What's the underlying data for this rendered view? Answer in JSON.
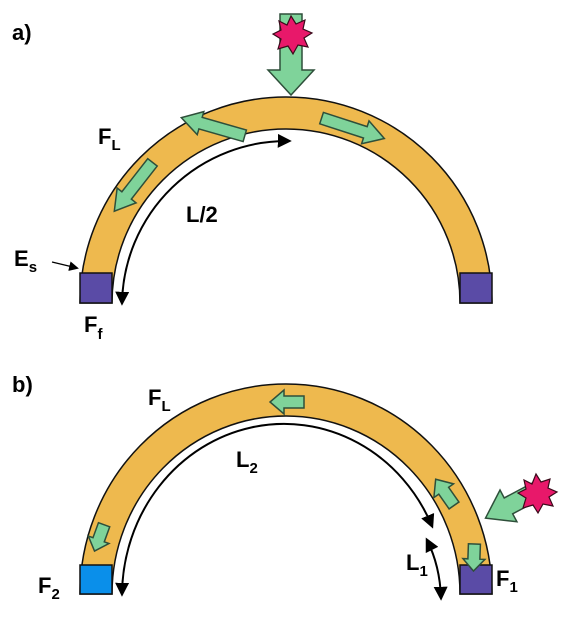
{
  "panel_a": {
    "label": "a)",
    "force_label": "F",
    "force_sub": "L",
    "length_label": "L/2",
    "edge_label": "E",
    "edge_sub": "s",
    "end_label": "F",
    "end_sub": "f"
  },
  "panel_b": {
    "label": "b)",
    "force_label": "F",
    "force_sub": "L",
    "long_label": "L",
    "long_sub": "2",
    "short_label": "L",
    "short_sub": "1",
    "left_end_label": "F",
    "left_end_sub": "2",
    "right_end_label": "F",
    "right_end_sub": "1"
  },
  "colors": {
    "arch_fill": "#EEB94E",
    "arch_stroke": "#111111",
    "end_cap_purple": "#5A4BA6",
    "end_cap_blue": "#0A8FEA",
    "arrow_fill": "#7FD39A",
    "arrow_stroke": "#2E4F3A",
    "burst_fill": "#E8186A",
    "burst_stroke": "#3A0A1A"
  },
  "icons": [
    "starburst-icon",
    "block-arrow-icon",
    "curved-arrow-icon"
  ]
}
